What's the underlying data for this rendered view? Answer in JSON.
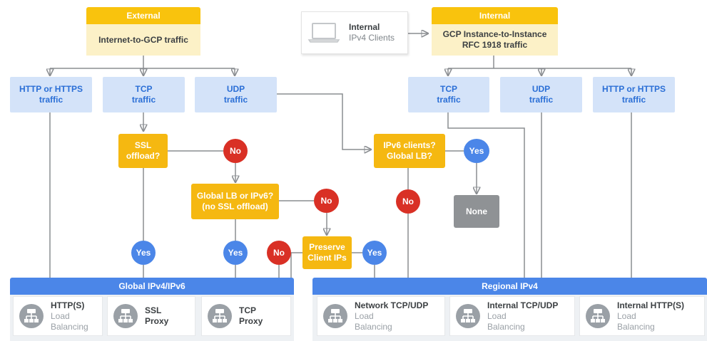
{
  "external_header": {
    "tab": "External",
    "line1": "Internet-to-GCP traffic"
  },
  "internal_client": {
    "line1": "Internal",
    "line2": "IPv4 Clients"
  },
  "internal_header": {
    "tab": "Internal",
    "line1": "GCP Instance-to-Instance",
    "line2": "RFC 1918 traffic"
  },
  "external_traffic": [
    {
      "line1": "HTTP or HTTPS",
      "line2": "traffic"
    },
    {
      "line1": "TCP",
      "line2": "traffic"
    },
    {
      "line1": "UDP",
      "line2": "traffic"
    }
  ],
  "internal_traffic": [
    {
      "line1": "TCP",
      "line2": "traffic"
    },
    {
      "line1": "UDP",
      "line2": "traffic"
    },
    {
      "line1": "HTTP or HTTPS",
      "line2": "traffic"
    }
  ],
  "decisions": {
    "ssl_offload": {
      "line1": "SSL",
      "line2": "offload?"
    },
    "global_lb": {
      "line1": "Global LB or IPv6?",
      "line2": "(no SSL offload)"
    },
    "preserve_ips": {
      "line1": "Preserve",
      "line2": "Client IPs"
    },
    "ipv6_clients": {
      "line1": "IPv6 clients?",
      "line2": "Global LB?"
    }
  },
  "answers": {
    "no": "No",
    "yes": "Yes",
    "none": "None"
  },
  "bands": {
    "global": "Global IPv4/IPv6",
    "regional": "Regional IPv4"
  },
  "products": [
    {
      "line1": "HTTP(S)",
      "line2": "Load",
      "line3": "Balancing"
    },
    {
      "line1": "SSL",
      "line2": "Proxy"
    },
    {
      "line1": "TCP",
      "line2": "Proxy"
    },
    {
      "line1": "Network TCP/UDP",
      "line2": "Load",
      "line3": "Balancing"
    },
    {
      "line1": "Internal TCP/UDP",
      "line2": "Load",
      "line3": "Balancing"
    },
    {
      "line1": "Internal HTTP(S)",
      "line2": "Load",
      "line3": "Balancing"
    }
  ],
  "colors": {
    "header_tab": "#f9c30d",
    "header_body": "#fcf1c7",
    "traffic_box": "#d4e3f9",
    "decision": "#f5b811",
    "no": "#d93025",
    "yes": "#4b86e8",
    "none": "#8f9295",
    "band": "#4b86e8"
  },
  "icons": {
    "product": "load-balancer-icon",
    "client": "laptop-icon"
  }
}
